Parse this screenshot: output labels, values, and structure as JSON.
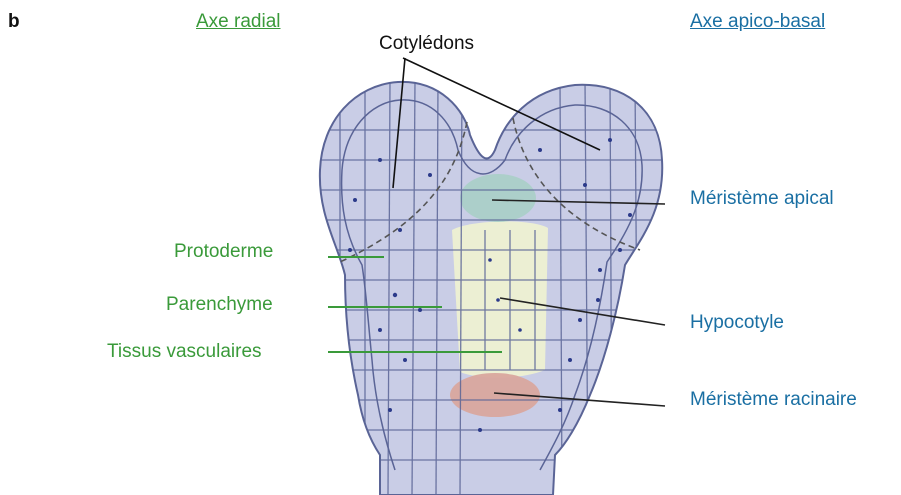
{
  "panel_letter": "b",
  "header": {
    "radial_axis": "Axe radial",
    "apico_basal_axis": "Axe apico-basal"
  },
  "labels": {
    "cotyledons": "Cotylédons",
    "protoderm": "Protoderme",
    "parenchyma": "Parenchyme",
    "vascular_tissue": "Tissus vasculaires",
    "apical_meristem": "Méristème apical",
    "hypocotyl": "Hypocotyle",
    "root_meristem": "Méristème racinaire"
  },
  "colors": {
    "radial_labels": "#3a9a3a",
    "apico_basal_labels": "#1a6fa3",
    "embryo_fill": "#c9cde6",
    "cell_wall": "#5a6496",
    "apical_meristem_fill": "#a9cfc6",
    "vascular_fill": "#eef0d2",
    "root_meristem_fill": "#d9a79e"
  }
}
